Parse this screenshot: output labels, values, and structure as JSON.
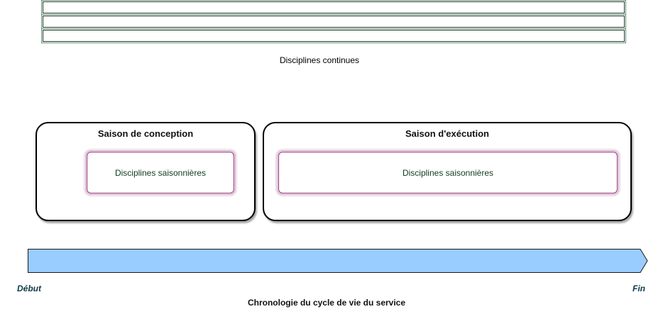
{
  "continuous": {
    "label": "Disciplines continues"
  },
  "seasons": {
    "design": {
      "title": "Saison de conception",
      "inner_label": "Disciplines saisonnières"
    },
    "execution": {
      "title": "Saison d'exécution",
      "inner_label": "Disciplines saisonnières"
    }
  },
  "timeline": {
    "start": "Début",
    "end": "Fin",
    "caption": "Chronologie du cycle de vie du service",
    "fill_color": "#99ccff"
  }
}
